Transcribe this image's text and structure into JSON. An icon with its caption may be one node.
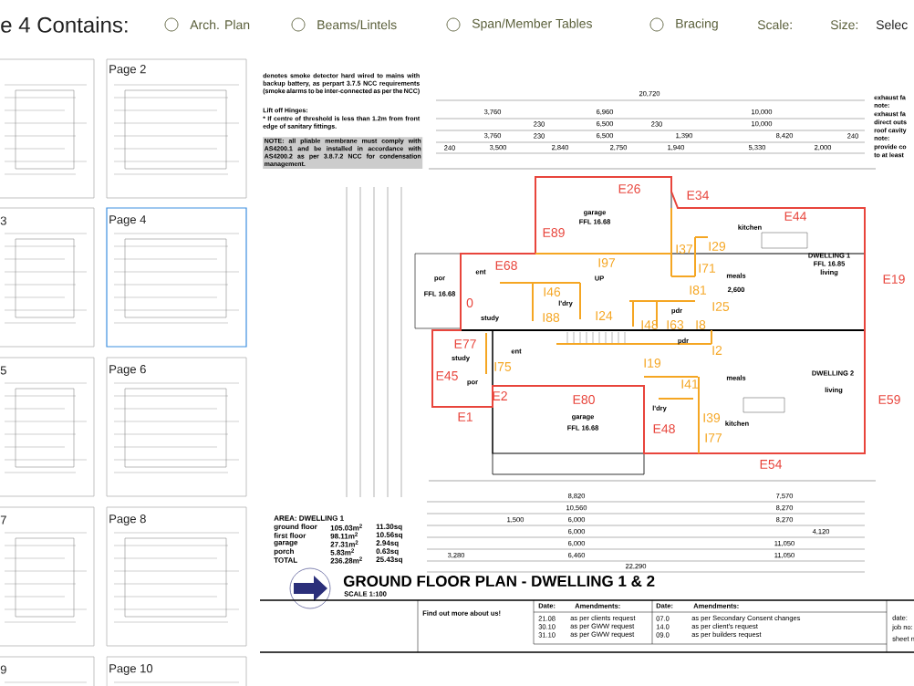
{
  "diagram": {
    "title": "GROUND FLOOR PLAN - DWELLING 1 & 2",
    "labels": [
      "e 4 Contains:",
      "Arch. Plan",
      "Beams/Lintels",
      "Span/Member Tables",
      "Bracing",
      "Scale:",
      "Size:",
      "Selec",
      "Page 2",
      "3",
      "Page 4",
      "5",
      "Page 6",
      "7",
      "Page 8",
      "9",
      "Page 10",
      "denotes smoke detector hard wired to mains with backup battery, as perpart 3.7.5 NCC requirements (smoke alarms to be inter-connected as per the NCC)",
      "Lift off Hinges:",
      "* If centre of threshold is less than 1.2m from front edge of sanitary fittings.",
      "NOTE: all pliable membrane must comply with AS4200.1 and be installed in accordance with AS4200.2 as per 3.8.7.2 NCC for condensation management.",
      "20,720",
      "3,760",
      "6,960",
      "10,000",
      "230",
      "6,500",
      "230",
      "10,000",
      "3,760",
      "230",
      "6,500",
      "1,390",
      "8,420",
      "240",
      "240",
      "3,500",
      "2,840",
      "2,750",
      "1,940",
      "5,330",
      "2,000",
      "exhaust fa",
      "note:",
      "exhaust fa",
      "direct outs",
      "roof cavity",
      "note:",
      "provide co",
      "to at least",
      "garage",
      "FFL 16.68",
      "kitchen",
      "DWELLING 1",
      "FFL 16.85",
      "por",
      "ent",
      "UP",
      "meals",
      "living",
      "FFL 16.68",
      "2,600",
      "l'dry",
      "pdr",
      "study",
      "ent",
      "study",
      "pdr",
      "DWELLING 2",
      "meals",
      "por",
      "living",
      "garage",
      "l'dry",
      "FFL 16.68",
      "kitchen",
      "E26",
      "E34",
      "E44",
      "E89",
      "I37",
      "I29",
      "E68",
      "I97",
      "I71",
      "E19",
      "I46",
      "I81",
      "0",
      "I88",
      "I24",
      "I25",
      "I48",
      "I63",
      "I8",
      "E77",
      "I2",
      "I75",
      "I19",
      "E45",
      "I41",
      "E2",
      "E80",
      "E59",
      "E1",
      "I39",
      "E48",
      "I77",
      "E54",
      "8,820",
      "7,570",
      "10,560",
      "8,270",
      "1,500",
      "6,000",
      "8,270",
      "6,000",
      "4,120",
      "6,000",
      "11,050",
      "3,280",
      "6,460",
      "11,050",
      "22,290",
      "AREA: DWELLING 1",
      "ground floor",
      "105.03m$^{2}$",
      "11.30sq",
      "first floor",
      "98.11m$^{2}$",
      "10.56sq",
      "garage",
      "27.31m$^{2}$",
      "2.94sq",
      "porch",
      "5.83m$^{2}$",
      "0.63sq",
      "TOTAL",
      "236.28m$^{2}$",
      "25.43sq",
      "SCALE 1:100",
      "Find out more about us!",
      "Date:",
      "Amendments:",
      "Date:",
      "Amendments:",
      "21.08",
      "as per clients request",
      "07.0",
      "as per Secondary Consent changes",
      "date:",
      "30.10",
      "as per GWW request",
      "14.0",
      "as per client's request",
      "job no:",
      "31.10",
      "as per GWW request",
      "09.0",
      "as per builders request",
      "sheet n"
    ]
  }
}
